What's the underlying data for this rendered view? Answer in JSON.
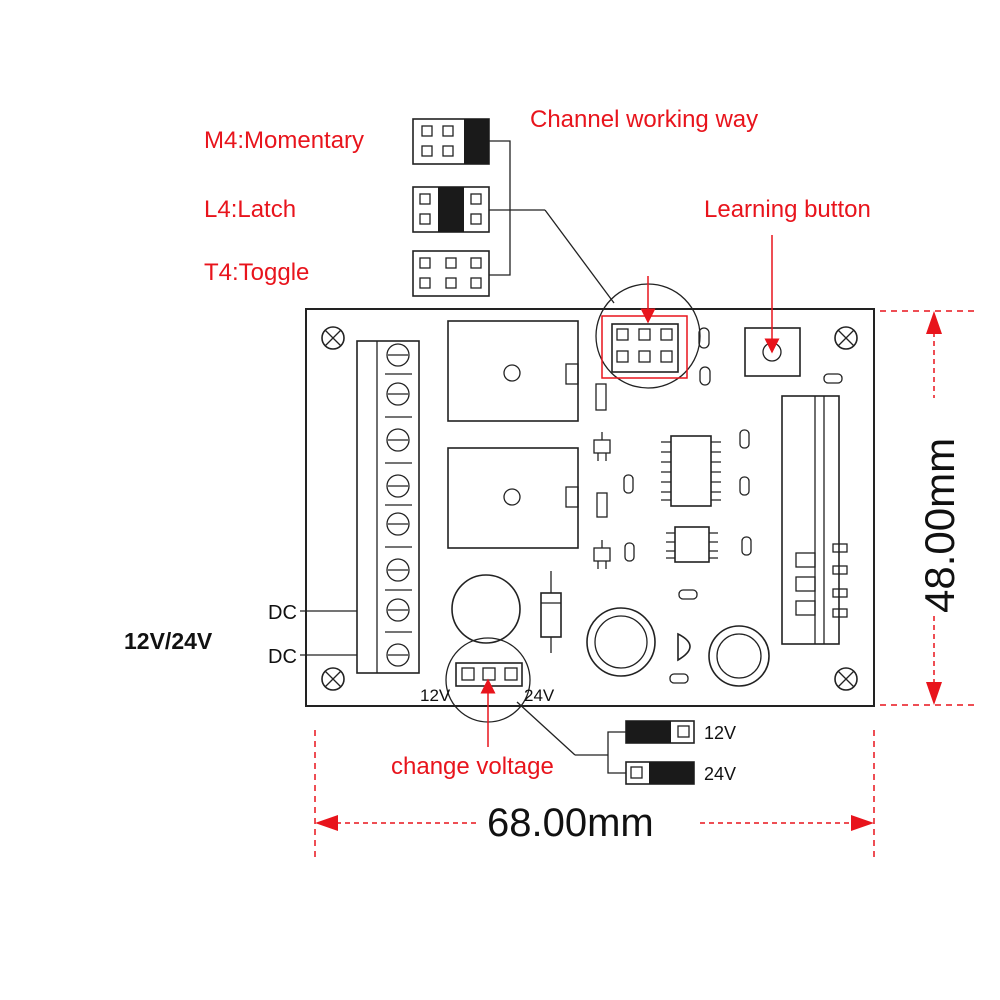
{
  "jumper_modes": {
    "momentary": "M4:Momentary",
    "latch": "L4:Latch",
    "toggle": "T4:Toggle"
  },
  "callouts": {
    "channel_working_way": "Channel working  way",
    "learning_button": "Learning button",
    "change_voltage": "change voltage"
  },
  "power": {
    "supply": "12V/24V",
    "dc_top": "DC",
    "dc_bottom": "DC",
    "selector_left": "12V",
    "selector_right": "24V"
  },
  "voltage_options": {
    "opt_12v": "12V",
    "opt_24v": "24V"
  },
  "dimensions": {
    "width": "68.00mm",
    "height": "48.00mm"
  },
  "colors": {
    "annotation": "#e8141c",
    "line": "#222222"
  }
}
